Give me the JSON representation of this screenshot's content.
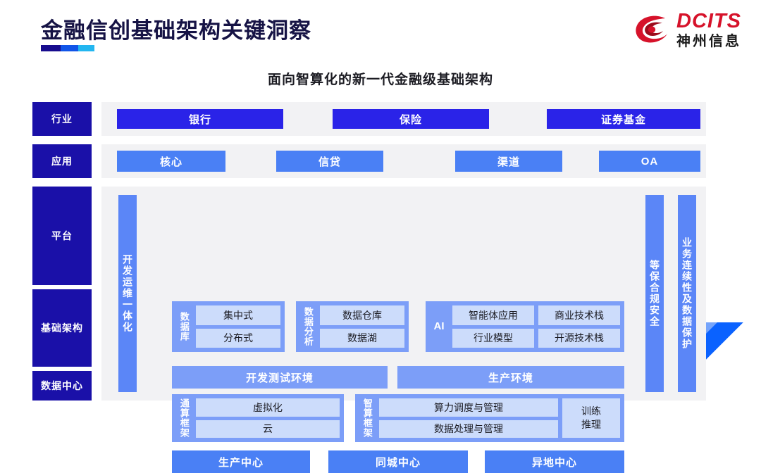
{
  "header": {
    "title": "金融信创基础架构关键洞察",
    "logo": {
      "en": "DCITS",
      "cn": "神州信息",
      "icon": "dcits-swirl-logo"
    },
    "accent_colors": [
      "#170c8e",
      "#1155e8",
      "#23b6f0"
    ]
  },
  "subtitle": "面向智算化的新一代金融级基础架构",
  "diagram": {
    "side_labels": [
      {
        "label": "行业"
      },
      {
        "label": "应用"
      },
      {
        "label": "平台"
      },
      {
        "label": "基础架构"
      },
      {
        "label": "数据中心"
      }
    ],
    "industry_row": [
      {
        "label": "银行"
      },
      {
        "label": "保险"
      },
      {
        "label": "证券基金"
      }
    ],
    "application_row": [
      {
        "label": "核心"
      },
      {
        "label": "信贷"
      },
      {
        "label": "渠道"
      },
      {
        "label": "OA"
      }
    ],
    "rails": {
      "devops": "开发运维一体化",
      "security": "等保合规安全",
      "continuity": "业务连续性及数据保护"
    },
    "platform_groups": [
      {
        "tag": "数据库",
        "cells": [
          "集中式",
          "分布式"
        ]
      },
      {
        "tag": "数据分析",
        "cells": [
          "数据仓库",
          "数据湖"
        ]
      },
      {
        "tag": "AI",
        "col_a": [
          "智能体应用",
          "行业模型"
        ],
        "col_b": [
          "商业技术栈",
          "开源技术栈"
        ]
      }
    ],
    "environments": [
      {
        "label": "开发测试环境"
      },
      {
        "label": "生产环境"
      }
    ],
    "infra_groups": [
      {
        "tag": "通算框架",
        "cells": [
          "虚拟化",
          "云"
        ]
      },
      {
        "tag": "智算框架",
        "cells": [
          "算力调度与管理",
          "数据处理与管理"
        ],
        "side_cell": "训练\n推理"
      }
    ],
    "data_centers": [
      {
        "label": "生产中心"
      },
      {
        "label": "同城中心"
      },
      {
        "label": "异地中心"
      }
    ]
  },
  "colors": {
    "navy": "#1a10a8",
    "industry_blue": "#2a23e8",
    "app_blue": "#4a80f5",
    "group_blue": "#7c9ef8",
    "cell_blue": "#ccdcfb",
    "band_gray": "#f2f2f4",
    "logo_red": "#d6122a"
  }
}
